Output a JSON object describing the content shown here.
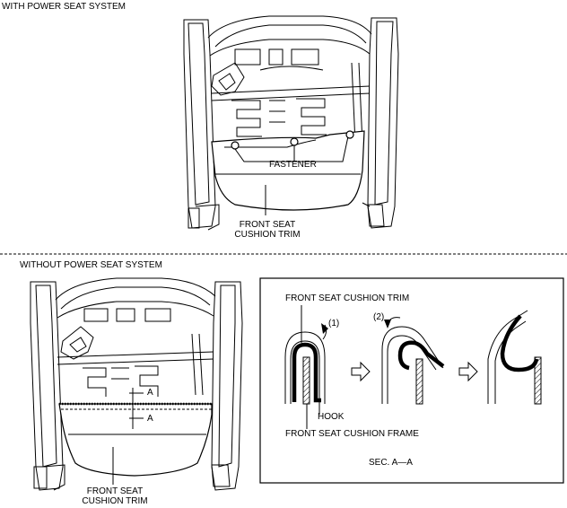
{
  "top_section": {
    "title": "WITH POWER SEAT SYSTEM",
    "fastener_label": "FASTENER",
    "trim_label_line1": "FRONT SEAT",
    "trim_label_line2": "CUSHION TRIM"
  },
  "bottom_section": {
    "title": "WITHOUT POWER SEAT SYSTEM",
    "section_mark_upper": "A",
    "section_mark_lower": "A",
    "trim_label_line1": "FRONT SEAT",
    "trim_label_line2": "CUSHION TRIM"
  },
  "detail": {
    "trim_label": "FRONT SEAT CUSHION TRIM",
    "step1": "(1)",
    "step2": "(2)",
    "hook_label": "HOOK",
    "frame_label": "FRONT SEAT CUSHION FRAME",
    "section_label": "SEC. A—A"
  }
}
